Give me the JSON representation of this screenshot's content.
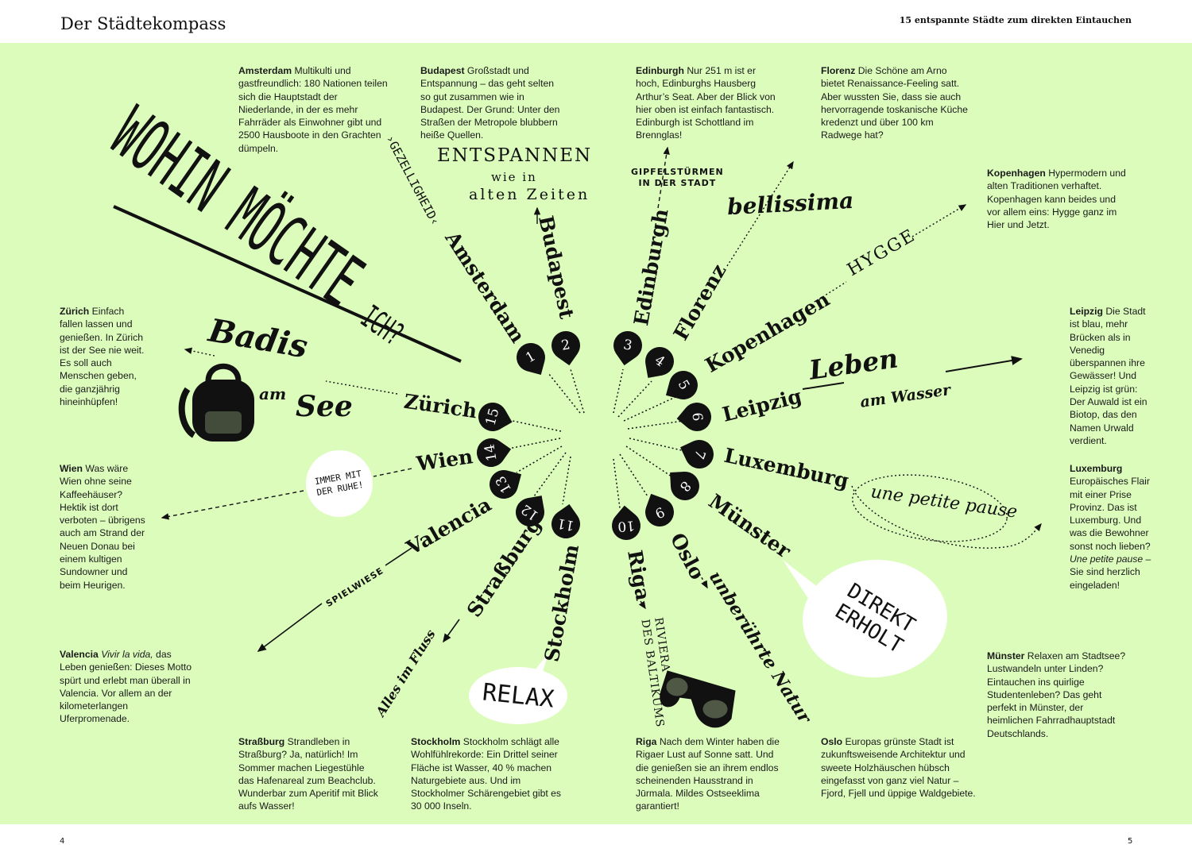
{
  "header": {
    "title": "Der Städtekompass",
    "subtitle": "15 entspannte Städte zum direkten Eintauchen"
  },
  "page_numbers": {
    "left": "4",
    "right": "5"
  },
  "headline": {
    "line1": "WOHIN MÖCHTE",
    "line2": "ICH?"
  },
  "cities": [
    {
      "n": "1",
      "name": "Amsterdam",
      "text": "Multikulti und gastfreundlich: 180 Nationen teilen sich die Hauptstadt der Niederlande, in der es mehr Fahrräder als Einwohner gibt und 2500 Hausboote in den Grachten dümpeln."
    },
    {
      "n": "2",
      "name": "Budapest",
      "text": "Großstadt und Entspannung – das geht selten so gut zusammen wie in Budapest. Der Grund: Unter den Straßen der Metropole blubbern heiße Quellen."
    },
    {
      "n": "3",
      "name": "Edinburgh",
      "text": "Nur 251 m ist er hoch, Edinburghs Hausberg Arthur’s Seat. Aber der Blick von hier oben ist einfach fantastisch. Edinburgh ist Schottland im Brennglas!"
    },
    {
      "n": "4",
      "name": "Florenz",
      "text": "Die Schöne am Arno bietet Renaissance-Feeling satt. Aber wussten Sie, dass sie auch hervorragende toskanische Küche kredenzt und über 100 km Radwege hat?"
    },
    {
      "n": "5",
      "name": "Kopenhagen",
      "text": "Hypermodern und alten Traditionen verhaftet. Kopenhagen kann beides und vor allem eins: Hygge ganz im Hier und Jetzt."
    },
    {
      "n": "6",
      "name": "Leipzig",
      "text": "Die Stadt ist blau, mehr Brücken als in Venedig überspannen ihre Gewässer! Und Leipzig ist grün: Der Auwald ist ein Biotop, das den Namen Urwald verdient."
    },
    {
      "n": "7",
      "name": "Luxemburg",
      "text": "Europäisches Flair mit einer Prise Provinz. Das ist Luxemburg. Und was die Bewohner sonst noch lieben?",
      "text_italic": "Une petite pause",
      "text_end": " – Sie sind herzlich eingeladen!"
    },
    {
      "n": "8",
      "name": "Münster",
      "text": "Relaxen am Stadtsee? Lustwandeln unter Linden? Eintauchen ins quirlige Studentenleben? Das geht perfekt in Münster, der heimlichen Fahrradhauptstadt Deutschlands."
    },
    {
      "n": "9",
      "name": "Oslo",
      "text": "Europas grünste Stadt ist zukunftsweisende Architektur und sweete Holzhäuschen hübsch eingefasst von ganz viel Natur – Fjord, Fjell und üppige Waldgebiete."
    },
    {
      "n": "10",
      "name": "Riga",
      "text": "Nach dem Winter haben die Rigaer Lust auf Sonne satt. Und die genießen sie an ihrem endlos scheinenden Hausstrand in Jūrmala. Mildes Ostseeklima garantiert!"
    },
    {
      "n": "11",
      "name": "Stockholm",
      "text": "Stockholm schlägt alle Wohlfühlrekorde: Ein Drittel seiner Fläche ist Wasser, 40 % machen Naturgebiete aus. Und im Stockholmer Schärengebiet gibt es 30 000 Inseln."
    },
    {
      "n": "12",
      "name": "Straßburg",
      "text": "Strandleben in Straßburg? Ja, natürlich! Im Sommer machen Liegestühle das Hafenareal zum Beachclub. Wunderbar zum Aperitif mit Blick aufs Wasser!"
    },
    {
      "n": "13",
      "name": "Valencia",
      "text_italic": "Vivir la vida,",
      "text": " das Leben genießen: Dieses Motto spürt und erlebt man überall in Valencia. Vor allem an der kilometerlangen Uferpromenade."
    },
    {
      "n": "14",
      "name": "Wien",
      "text": "Was wäre Wien ohne seine Kaffeehäuser? Hektik ist dort verboten – übrigens auch am Strand der Neuen Donau bei einem kultigen Sundowner und beim Heurigen."
    },
    {
      "n": "15",
      "name": "Zürich",
      "text": "Einfach fallen lassen und genießen. In Zürich ist der See nie weit. Es soll auch Menschen geben, die ganzjährig hineinhüpfen!"
    }
  ],
  "slogans": {
    "gezelligheid": "›GEZELLIGHEID‹",
    "entspannen1": "ENTSPANNEN",
    "entspannen2": "wie in",
    "entspannen3": "alten Zeiten",
    "gipfel1": "GIPFELSTÜRMEN",
    "gipfel2": "IN DER STADT",
    "bellissima": "bellissima",
    "hygge": "HYGGE",
    "leben1": "Leben",
    "leben2": "am Wasser",
    "pause": "une petite pause",
    "direkt1": "DIREKT",
    "direkt2": "ERHOLT",
    "natur": "unberührte Natur",
    "riviera1": "RIVIERA",
    "riviera2": "DES BALTIKUMS",
    "relax": "RELAX",
    "fluss": "Alles im Fluss",
    "spielwiese": "SPIELWIESE",
    "ruhe1": "IMMER MIT",
    "ruhe2": "DER RUHE!",
    "badis1": "Badis",
    "badis2": "am",
    "badis3": "See"
  },
  "colors": {
    "background": "#dcfcbc",
    "ink": "#111111"
  }
}
